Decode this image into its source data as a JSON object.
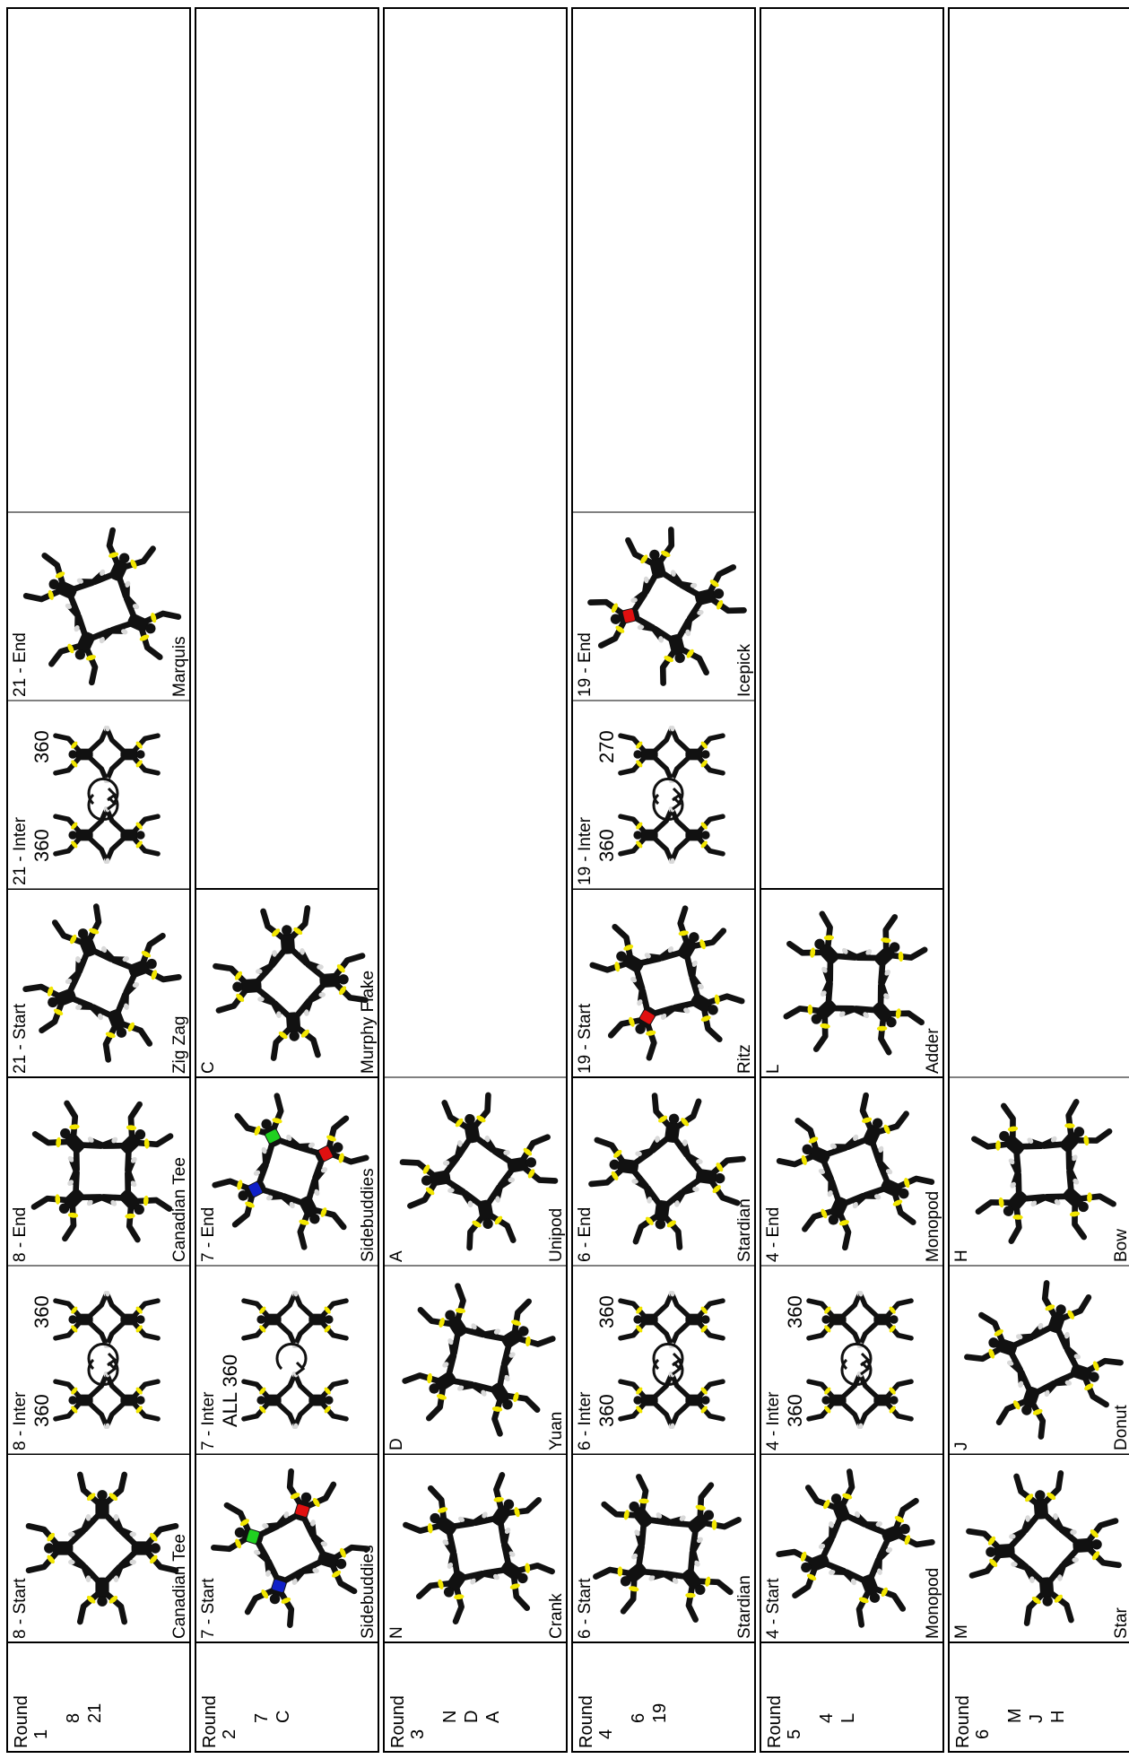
{
  "rounds": [
    {
      "title": "Round",
      "number": "1",
      "sequence": [
        "8",
        "21"
      ],
      "cells": [
        {
          "label": "8 - Start",
          "name": "Canadian Tee"
        },
        {
          "label": "8 - Inter",
          "name": "",
          "notes": [
            "360",
            "360"
          ]
        },
        {
          "label": "8 - End",
          "name": "Canadian Tee"
        },
        {
          "label": "21 - Start",
          "name": "Zig Zag"
        },
        {
          "label": "21 - Inter",
          "name": "",
          "notes": [
            "360",
            "360"
          ]
        },
        {
          "label": "21 - End",
          "name": "Marquis"
        }
      ]
    },
    {
      "title": "Round",
      "number": "2",
      "sequence": [
        "7",
        "C"
      ],
      "cells": [
        {
          "label": "7 - Start",
          "name": "Sidebuddies"
        },
        {
          "label": "7 - Inter",
          "name": "",
          "notes": [
            "ALL 360"
          ]
        },
        {
          "label": "7 - End",
          "name": "Sidebuddies"
        },
        {
          "label": "C",
          "name": "Murphy Flake"
        }
      ]
    },
    {
      "title": "Round",
      "number": "3",
      "sequence": [
        "N",
        "D",
        "A"
      ],
      "cells": [
        {
          "label": "N",
          "name": "Crank"
        },
        {
          "label": "D",
          "name": "Yuan"
        },
        {
          "label": "A",
          "name": "Unipod"
        }
      ]
    },
    {
      "title": "Round",
      "number": "4",
      "sequence": [
        "6",
        "19"
      ],
      "cells": [
        {
          "label": "6 - Start",
          "name": "Stardian"
        },
        {
          "label": "6 - Inter",
          "name": "",
          "notes": [
            "360",
            "360"
          ]
        },
        {
          "label": "6 - End",
          "name": "Stardian"
        },
        {
          "label": "19 - Start",
          "name": "Ritz"
        },
        {
          "label": "19 - Inter",
          "name": "",
          "notes": [
            "360",
            "270"
          ]
        },
        {
          "label": "19 - End",
          "name": "Icepick"
        }
      ]
    },
    {
      "title": "Round",
      "number": "5",
      "sequence": [
        "4",
        "L"
      ],
      "cells": [
        {
          "label": "4 - Start",
          "name": "Monopod"
        },
        {
          "label": "4 - Inter",
          "name": "",
          "notes": [
            "360",
            "360"
          ]
        },
        {
          "label": "4 - End",
          "name": "Monopod"
        },
        {
          "label": "L",
          "name": "Adder"
        }
      ]
    },
    {
      "title": "Round",
      "number": "6",
      "sequence": [
        "M",
        "J",
        "H"
      ],
      "cells": [
        {
          "label": "M",
          "name": "Star"
        },
        {
          "label": "J",
          "name": "Donut"
        },
        {
          "label": "H",
          "name": "Bow"
        }
      ]
    }
  ],
  "colors": {
    "limb": "#111111",
    "grip": "#f2e600",
    "foot": "#d9d9d9",
    "red": "#e01010",
    "blue": "#1020c8",
    "green": "#20d020"
  }
}
